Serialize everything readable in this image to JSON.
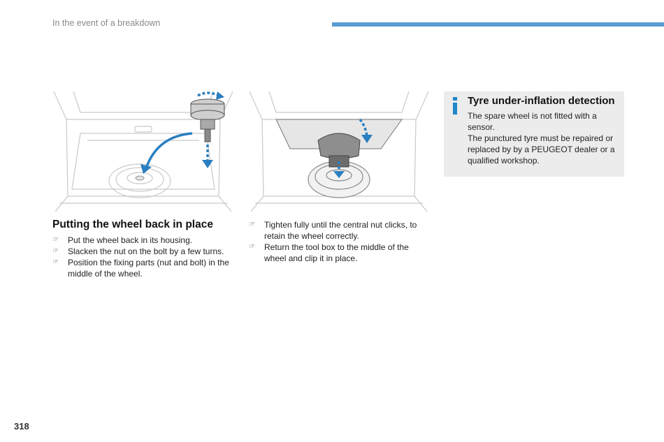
{
  "header": {
    "section": "In the event of a breakdown"
  },
  "colors": {
    "accent_bar": "#5b9bd1",
    "arrow_blue": "#2a7fc0",
    "info_icon": "#1f87c9",
    "info_box_bg": "#ececec"
  },
  "left_column": {
    "title": "Putting the wheel back in place",
    "steps": [
      "Put the wheel back in its housing.",
      "Slacken the nut on the bolt by a few turns.",
      "Position the fixing parts (nut and bolt) in the middle of the wheel."
    ]
  },
  "right_column": {
    "steps": [
      "Tighten fully until the central nut clicks, to retain the wheel correctly.",
      "Return the tool box to the middle of the wheel and clip it in place."
    ]
  },
  "info_box": {
    "icon": "info-icon",
    "title": "Tyre under-inflation detection",
    "paragraphs": [
      "The spare wheel is not fitted with a sensor.",
      "The punctured tyre must be repaired or replaced by by a PEUGEOT dealer or a qualified workshop."
    ]
  },
  "bullet_glyph": "☞",
  "page_number": "318"
}
